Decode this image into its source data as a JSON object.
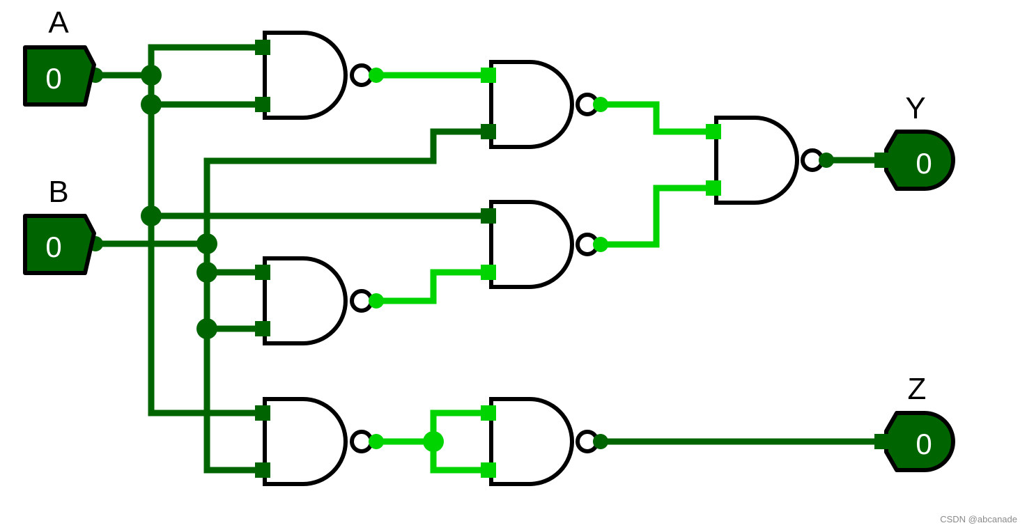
{
  "diagram": {
    "inputs": [
      {
        "id": "A",
        "label": "A",
        "value": "0"
      },
      {
        "id": "B",
        "label": "B",
        "value": "0"
      }
    ],
    "outputs": [
      {
        "id": "Y",
        "label": "Y",
        "value": "0"
      },
      {
        "id": "Z",
        "label": "Z",
        "value": "0"
      }
    ],
    "gates": [
      {
        "id": "G1",
        "type": "NAND"
      },
      {
        "id": "G2",
        "type": "NAND"
      },
      {
        "id": "G3",
        "type": "NAND"
      },
      {
        "id": "G4",
        "type": "NAND"
      },
      {
        "id": "G5",
        "type": "NAND"
      },
      {
        "id": "G6",
        "type": "NAND"
      },
      {
        "id": "G7",
        "type": "NAND"
      }
    ],
    "colors": {
      "wire_low": "#006400",
      "wire_high": "#00d400",
      "pin_fill": "#006400",
      "outline": "#000000"
    }
  },
  "watermark": "CSDN @abcanade"
}
